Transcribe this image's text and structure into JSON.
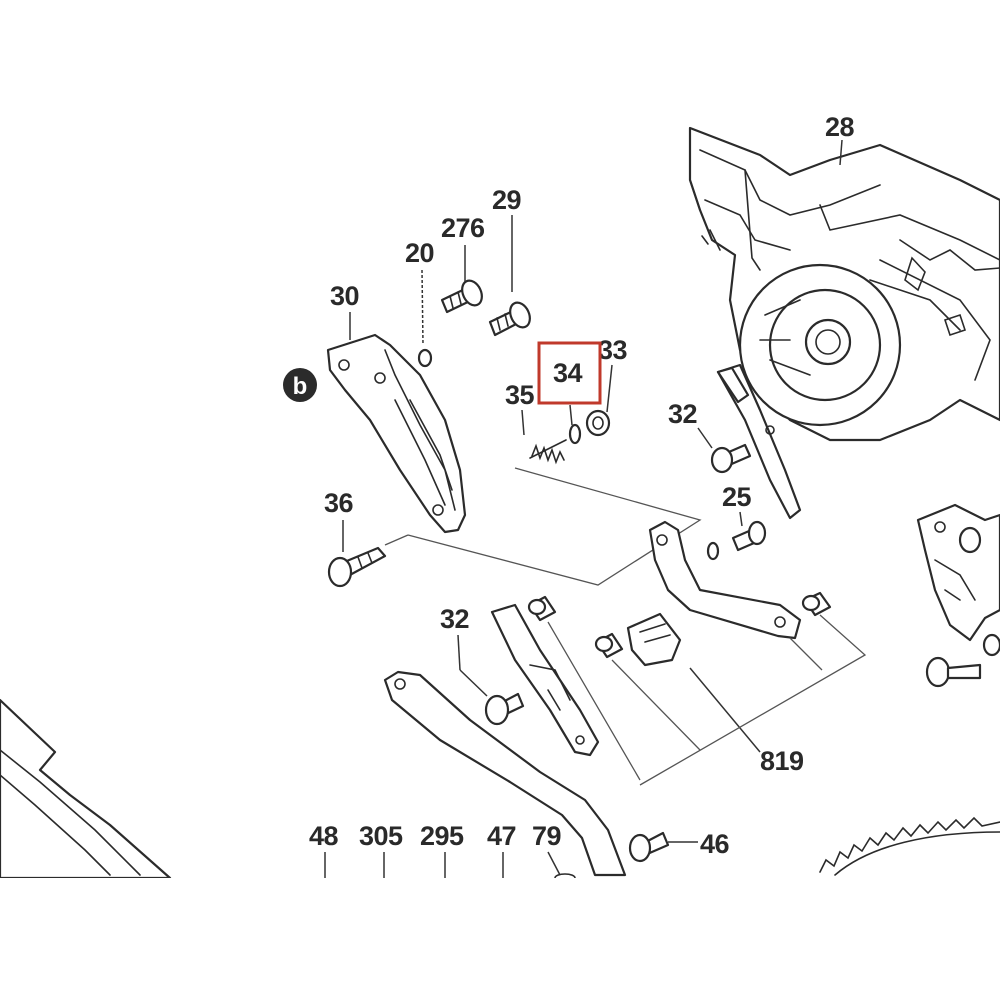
{
  "diagram": {
    "highlight_color": "#c0392b",
    "line_color": "#2b2b2b",
    "highlighted_label": "34",
    "badge_letter": "b",
    "labels": {
      "l28": "28",
      "l29": "29",
      "l276": "276",
      "l20": "20",
      "l30": "30",
      "l33": "33",
      "l34": "34",
      "l35": "35",
      "l32a": "32",
      "l36": "36",
      "l25": "25",
      "l32b": "32",
      "l819": "819",
      "l48": "48",
      "l305": "305",
      "l295": "295",
      "l47": "47",
      "l79": "79",
      "l46": "46"
    }
  }
}
